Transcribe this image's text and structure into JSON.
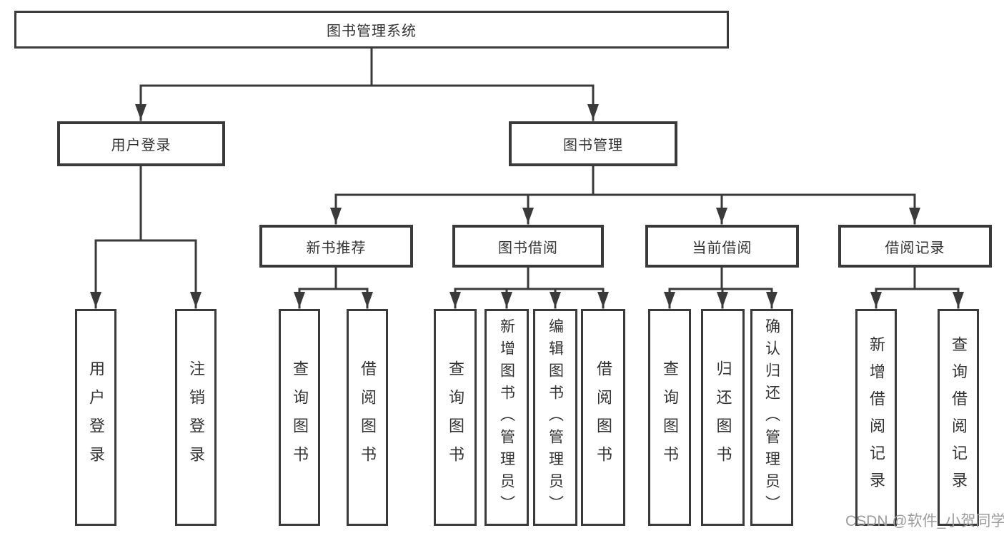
{
  "diagram": {
    "root": {
      "label": "图书管理系统"
    },
    "level2": [
      {
        "id": "user-login",
        "label": "用户登录"
      },
      {
        "id": "book-management",
        "label": "图书管理"
      }
    ],
    "level3": [
      {
        "id": "new-book-recommend",
        "label": "新书推荐"
      },
      {
        "id": "book-borrowing",
        "label": "图书借阅"
      },
      {
        "id": "current-borrowing",
        "label": "当前借阅"
      },
      {
        "id": "borrowing-records",
        "label": "借阅记录"
      }
    ],
    "leaves": {
      "user_login": [
        {
          "label": "用户登录"
        },
        {
          "label": "注销登录"
        }
      ],
      "new_book": [
        {
          "label": "查询图书"
        },
        {
          "label": "借阅图书"
        }
      ],
      "book_borrowing": [
        {
          "label": "查询图书"
        },
        {
          "label": "新增图书（管理员）"
        },
        {
          "label": "编辑图书（管理员）"
        },
        {
          "label": "借阅图书"
        }
      ],
      "current_borrowing": [
        {
          "label": "查询图书"
        },
        {
          "label": "归还图书"
        },
        {
          "label": "确认归还（管理员）"
        }
      ],
      "borrowing_records": [
        {
          "label": "新增借阅记录"
        },
        {
          "label": "查询借阅记录"
        }
      ]
    },
    "watermark": "CSDN @软件_小贺同学",
    "colors": {
      "line": "#3a3a3a",
      "text": "#333333",
      "watermark": "#9c9c9c",
      "background": "#ffffff"
    }
  }
}
